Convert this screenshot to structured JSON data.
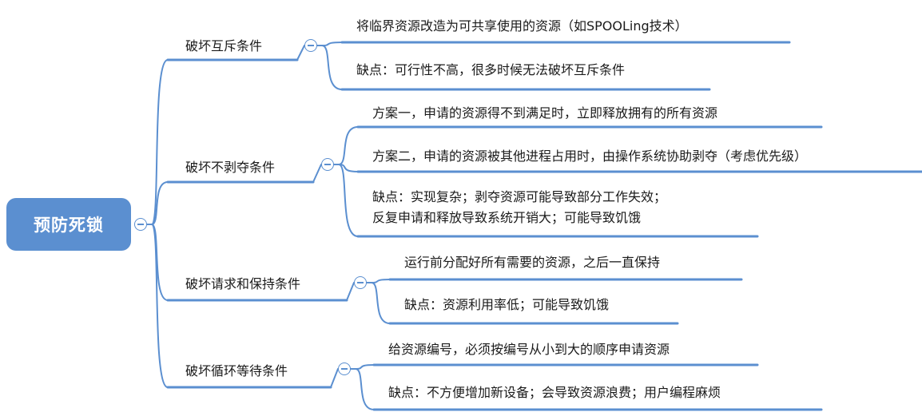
{
  "root": {
    "label": "预防死锁"
  },
  "accent": "#5b8fd0",
  "branches": [
    {
      "label": "破坏互斥条件",
      "leaves": [
        {
          "lines": [
            "将临界资源改造为可共享使用的资源（如SPOOLing技术）"
          ]
        },
        {
          "lines": [
            "缺点：可行性不高，很多时候无法破坏互斥条件"
          ]
        }
      ]
    },
    {
      "label": "破坏不剥夺条件",
      "leaves": [
        {
          "lines": [
            "方案一，申请的资源得不到满足时，立即释放拥有的所有资源"
          ]
        },
        {
          "lines": [
            "方案二，申请的资源被其他进程占用时，由操作系统协助剥夺（考虑优先级）"
          ]
        },
        {
          "lines": [
            "缺点：实现复杂；剥夺资源可能导致部分工作失效；",
            "反复申请和释放导致系统开销大；可能导致饥饿"
          ]
        }
      ]
    },
    {
      "label": "破坏请求和保持条件",
      "leaves": [
        {
          "lines": [
            "运行前分配好所有需要的资源，之后一直保持"
          ]
        },
        {
          "lines": [
            "缺点：资源利用率低；可能导致饥饿"
          ]
        }
      ]
    },
    {
      "label": "破坏循环等待条件",
      "leaves": [
        {
          "lines": [
            "给资源编号，必须按编号从小到大的顺序申请资源"
          ]
        },
        {
          "lines": [
            "缺点：不方便增加新设备；会导致资源浪费；用户编程麻烦"
          ]
        }
      ]
    }
  ]
}
